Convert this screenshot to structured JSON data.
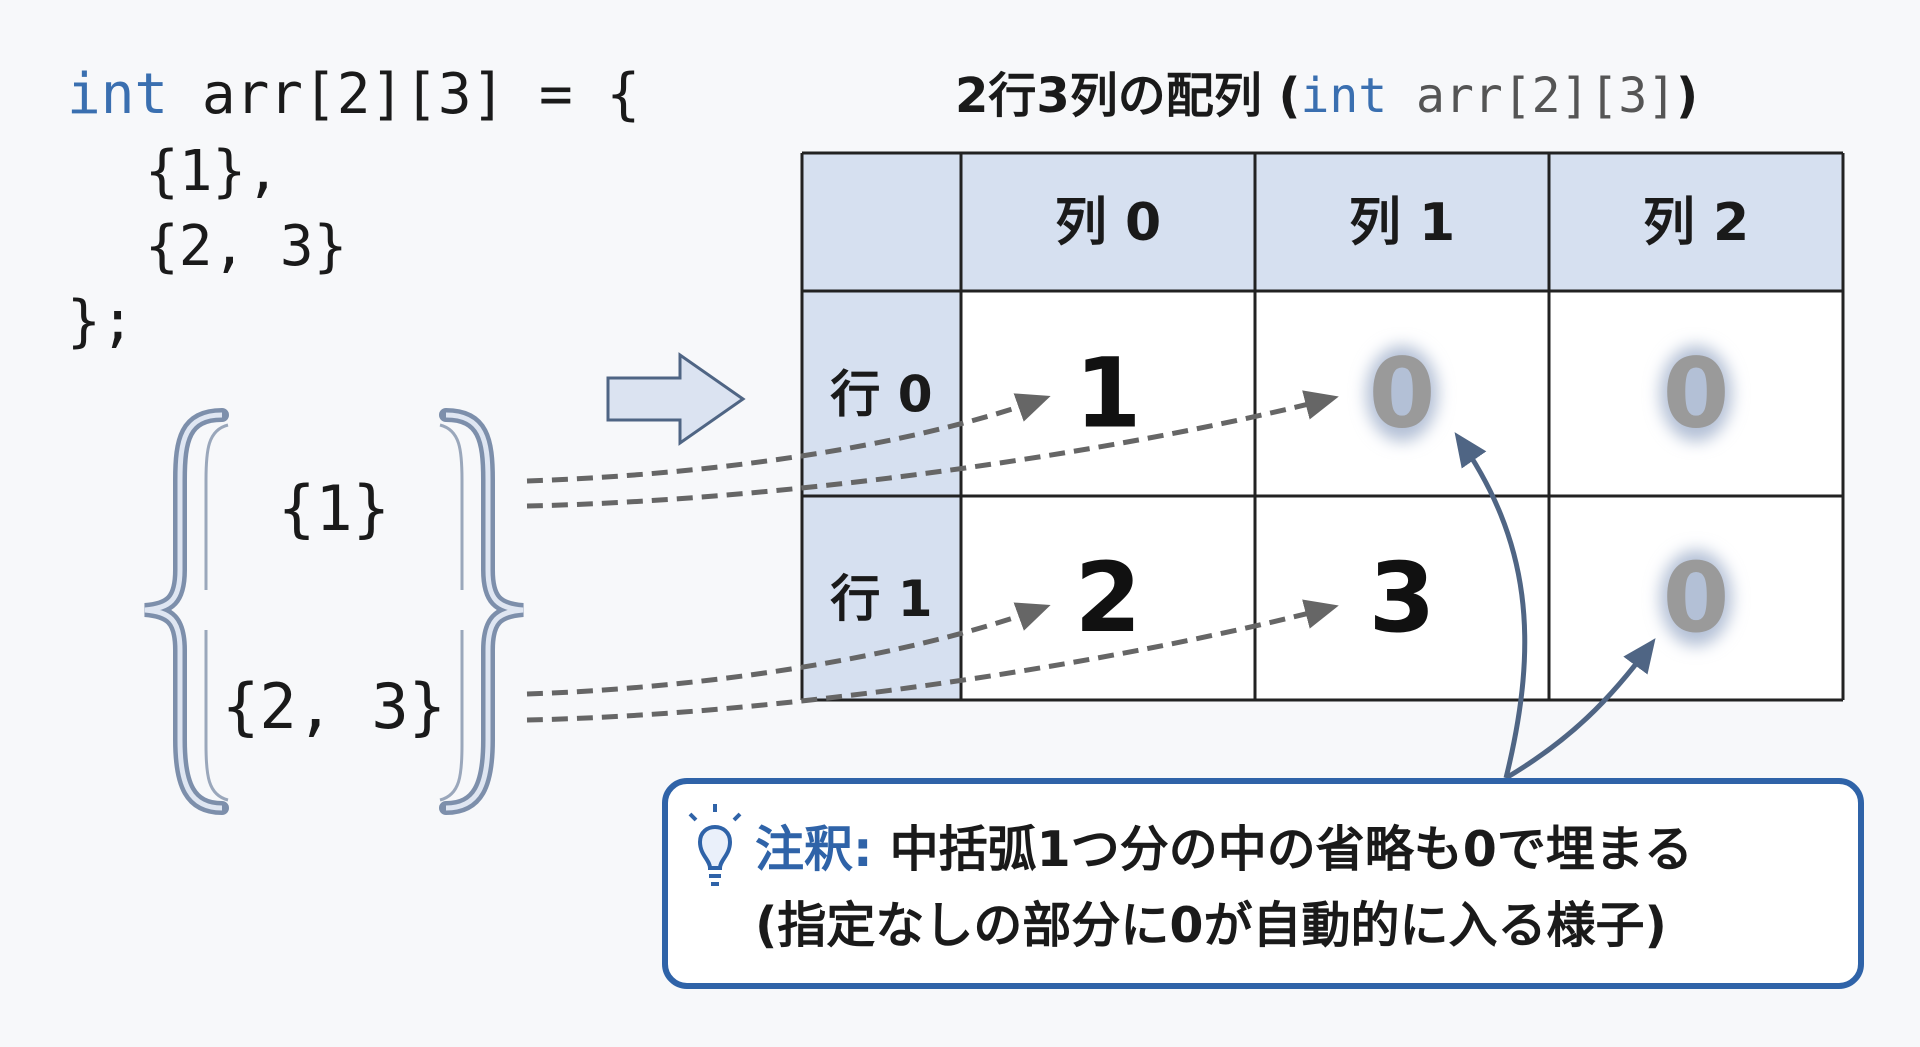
{
  "code": {
    "keyword": "int",
    "line1_rest": " arr[2][3] = {",
    "line2": "{1},",
    "line3": "{2, 3}",
    "line4": "};"
  },
  "title": {
    "prefix": "2行3列の配列 (",
    "keyword": "int",
    "decl": " arr[2][3]",
    "suffix": ")"
  },
  "table": {
    "col_headers": [
      "列 0",
      "列 1",
      "列 2"
    ],
    "row_headers": [
      "行 0",
      "行 1"
    ],
    "cells": [
      [
        "1",
        "0",
        "0"
      ],
      [
        "2",
        "3",
        "0"
      ]
    ],
    "implicit": [
      [
        false,
        true,
        true
      ],
      [
        false,
        false,
        true
      ]
    ]
  },
  "braces": {
    "group1": "{1}",
    "group2": "{2, 3}"
  },
  "note": {
    "label": "注釈:",
    "line1": " 中括弧1つ分の中の省略も0で埋まる",
    "line2": "(指定なしの部分に0が自動的に入る様子)"
  },
  "colors": {
    "keyword": "#3a6fb0",
    "header_fill": "#d6e0f0",
    "accent": "#2f63a8",
    "implicit_zero": "#9a9a9a",
    "arrow": "#4f6584"
  }
}
